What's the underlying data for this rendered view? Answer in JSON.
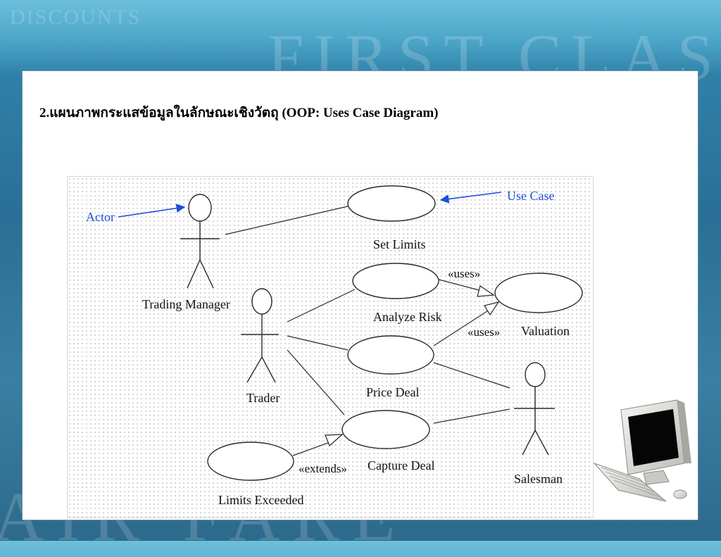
{
  "background": {
    "top_left_text": "DISCOUNTS",
    "banner_text": "FIRST CLASS",
    "bottom_text": "AIR FARE"
  },
  "slide": {
    "title": "2.แผนภาพกระแสข้อมูลในลักษณะเชิงวัตถุ  (OOP: Uses Case Diagram)"
  },
  "diagram": {
    "pointer_labels": {
      "actor": "Actor",
      "use_case": "Use Case"
    },
    "actors": [
      {
        "id": "trading-manager",
        "label": "Trading Manager"
      },
      {
        "id": "trader",
        "label": "Trader"
      },
      {
        "id": "salesman",
        "label": "Salesman"
      }
    ],
    "use_cases": [
      {
        "id": "set-limits",
        "label": "Set Limits"
      },
      {
        "id": "analyze-risk",
        "label": "Analyze Risk"
      },
      {
        "id": "valuation",
        "label": "Valuation"
      },
      {
        "id": "price-deal",
        "label": "Price Deal"
      },
      {
        "id": "capture-deal",
        "label": "Capture Deal"
      },
      {
        "id": "limits-exceeded",
        "label": "Limits Exceeded"
      }
    ],
    "relation_labels": {
      "uses_1": "«uses»",
      "uses_2": "«uses»",
      "extends": "«extends»"
    }
  },
  "colors": {
    "pointer": "#1e4fd8",
    "line": "#2a2a2a",
    "panel_border": "#6a8ea4"
  }
}
